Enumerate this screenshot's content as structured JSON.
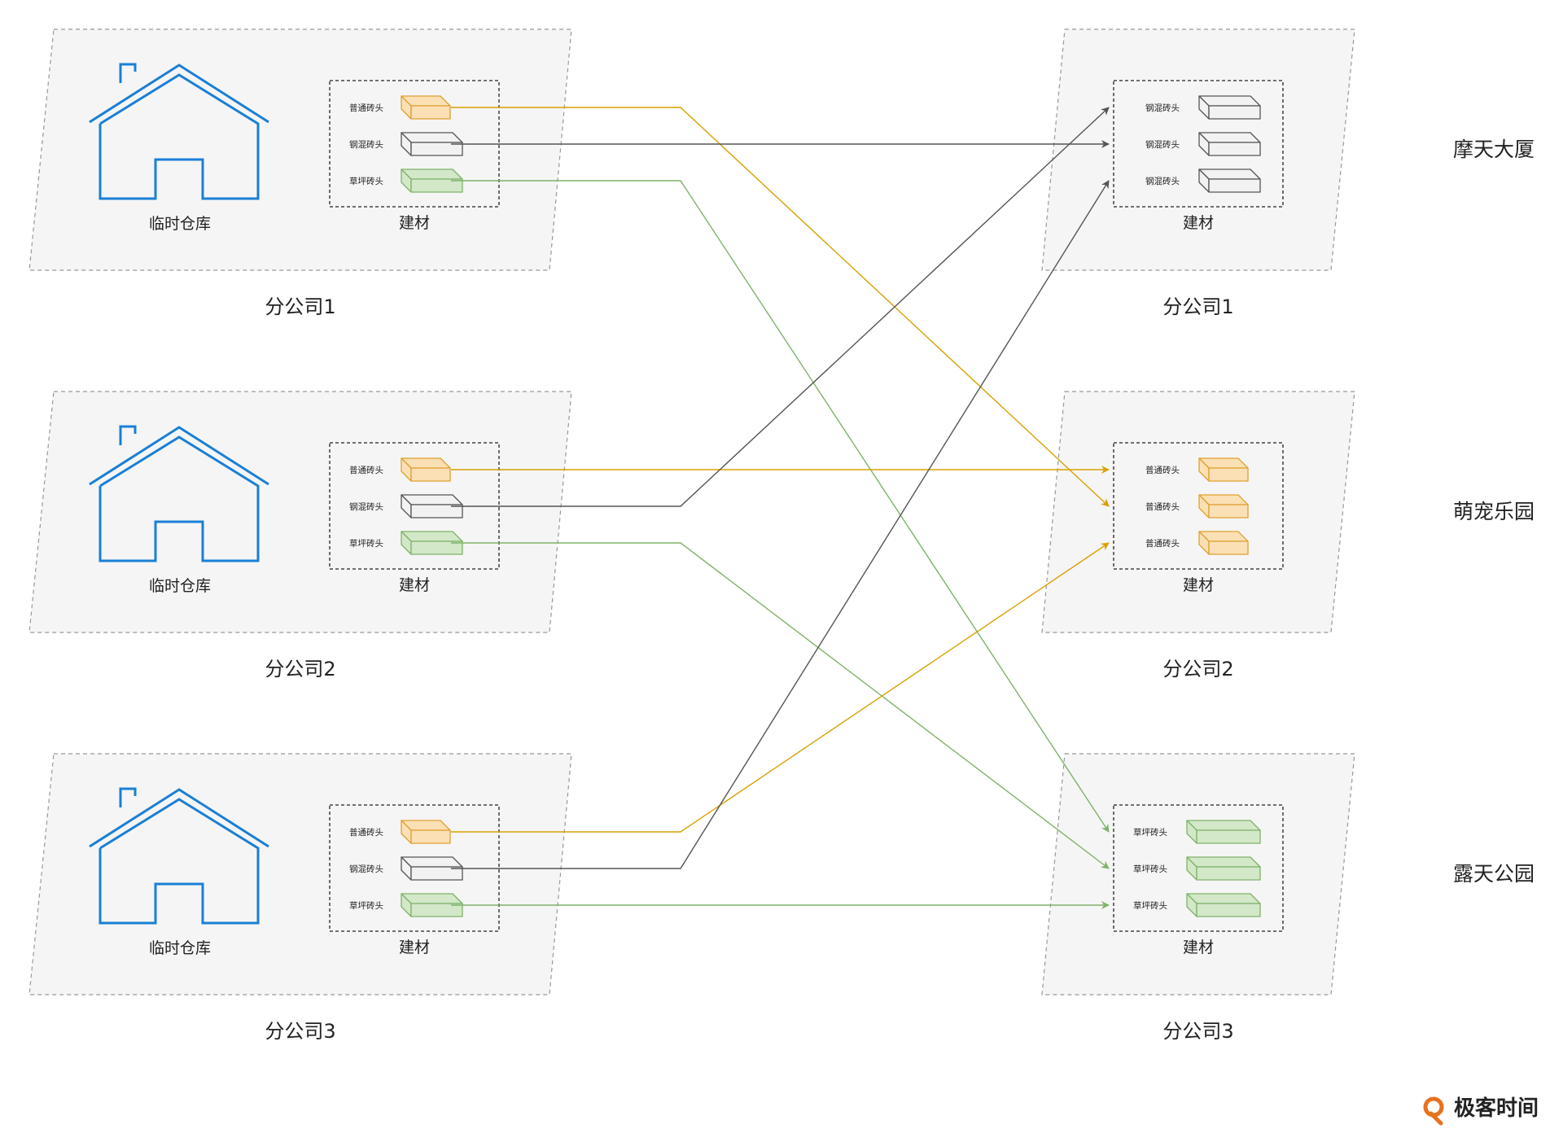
{
  "colors": {
    "house": "#1a7fd6",
    "orange_line": "#d9a100",
    "gray_line": "#555555",
    "green_line": "#7fb26a",
    "orange_fill": "#fbe0b5",
    "orange_stroke": "#e0a030",
    "gray_fill": "#f2f2f2",
    "gray_stroke": "#555555",
    "green_fill": "#d3e8c8",
    "green_stroke": "#7fb26a",
    "panel_fill": "#f5f5f5",
    "panel_border": "#999999",
    "logo": "#e8711e"
  },
  "warehouse_label": "临时仓库",
  "materials_label": "建材",
  "bricks": {
    "normal": "普通砖头",
    "steel": "钢混砖头",
    "grass": "草坪砖头"
  },
  "sources": [
    {
      "company": "分公司1",
      "items": [
        "普通砖头",
        "钢混砖头",
        "草坪砖头"
      ]
    },
    {
      "company": "分公司2",
      "items": [
        "普通砖头",
        "钢混砖头",
        "草坪砖头"
      ]
    },
    {
      "company": "分公司3",
      "items": [
        "普通砖头",
        "钢混砖头",
        "草坪砖头"
      ]
    }
  ],
  "destinations": [
    {
      "company": "分公司1",
      "site": "摩天大厦",
      "items": [
        "钢混砖头",
        "钢混砖头",
        "钢混砖头"
      ]
    },
    {
      "company": "分公司2",
      "site": "萌宠乐园",
      "items": [
        "普通砖头",
        "普通砖头",
        "普通砖头"
      ]
    },
    {
      "company": "分公司3",
      "site": "露天公园",
      "items": [
        "草坪砖头",
        "草坪砖头",
        "草坪砖头"
      ]
    }
  ],
  "connections": [
    {
      "from": [
        0,
        0
      ],
      "to": [
        1,
        1
      ],
      "type": "normal"
    },
    {
      "from": [
        0,
        1
      ],
      "to": [
        0,
        1
      ],
      "type": "steel"
    },
    {
      "from": [
        0,
        2
      ],
      "to": [
        2,
        0
      ],
      "type": "grass"
    },
    {
      "from": [
        1,
        0
      ],
      "to": [
        1,
        0
      ],
      "type": "normal"
    },
    {
      "from": [
        1,
        1
      ],
      "to": [
        0,
        0
      ],
      "type": "steel"
    },
    {
      "from": [
        1,
        2
      ],
      "to": [
        2,
        1
      ],
      "type": "grass"
    },
    {
      "from": [
        2,
        0
      ],
      "to": [
        1,
        2
      ],
      "type": "normal"
    },
    {
      "from": [
        2,
        1
      ],
      "to": [
        0,
        2
      ],
      "type": "steel"
    },
    {
      "from": [
        2,
        2
      ],
      "to": [
        2,
        2
      ],
      "type": "grass"
    }
  ],
  "logo": {
    "text": "极客时间",
    "icon": "geektime-logo-icon"
  }
}
